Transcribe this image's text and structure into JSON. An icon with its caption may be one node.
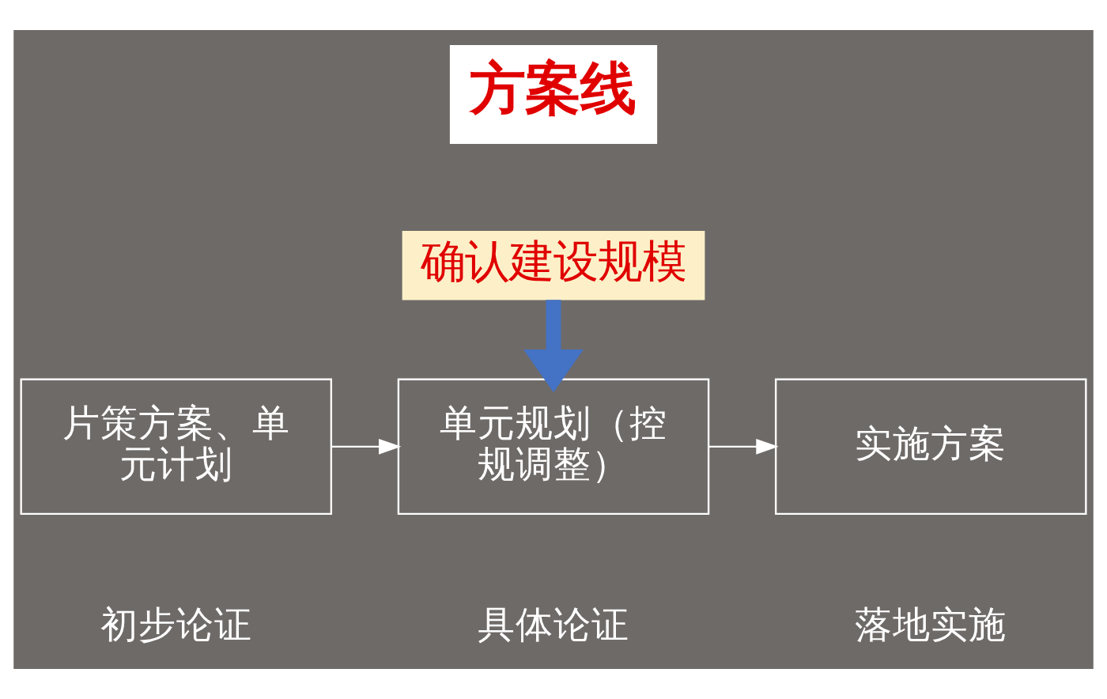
{
  "diagram": {
    "title": "方案线",
    "nodes": [
      {
        "text": [
          "确认建设规模"
        ]
      },
      {
        "text": [
          "片策方案、单元计划"
        ],
        "beside": [
          "初步论证"
        ]
      },
      {
        "text": [
          "单元规划（控规调整）"
        ],
        "beside": [
          "具体论证"
        ]
      },
      {
        "text": [
          "实施方案"
        ],
        "beside": [
          "落地实施"
        ]
      }
    ],
    "edges": [
      {
        "from": 0,
        "to": 2,
        "arrow": "to",
        "style": "thick",
        "color": "#4472c4"
      },
      {
        "from": 1,
        "to": 2,
        "arrow": "to"
      },
      {
        "from": 2,
        "to": 3,
        "arrow": "to"
      }
    ]
  }
}
